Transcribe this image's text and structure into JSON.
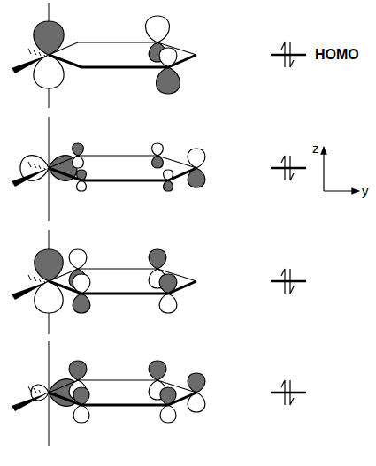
{
  "diagram": {
    "labels": [
      "HOMO",
      "z",
      "y"
    ]
  }
}
